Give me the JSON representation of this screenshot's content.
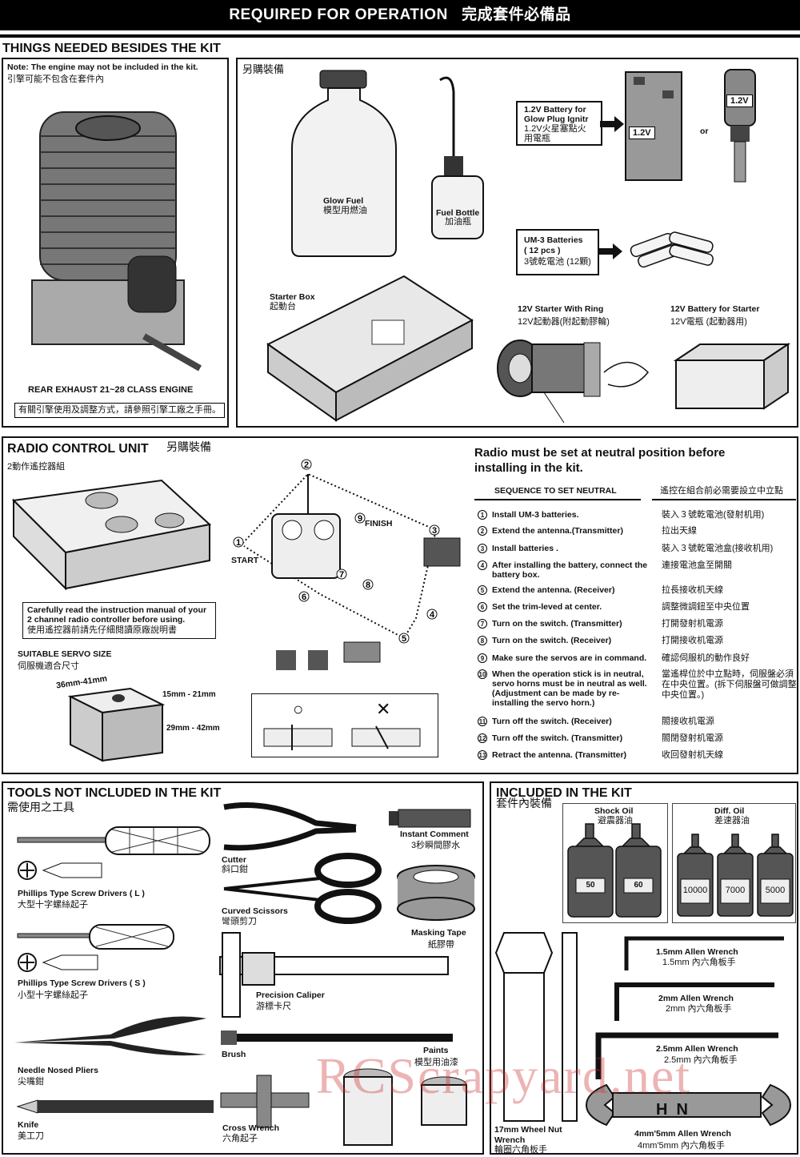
{
  "banner": {
    "title": "REQUIRED FOR OPERATION",
    "title_cn": "完成套件必備品"
  },
  "things": {
    "heading": "THINGS NEEDED BESIDES THE KIT",
    "note": "Note: The engine may not be included in the kit.",
    "note_cn": "引擎可能不包含在套件內",
    "engine_label": "REAR EXHAUST 21~28 CLASS ENGINE",
    "engine_note_cn": "有關引擎使用及調整方式，請參照引擎工廠之手冊。",
    "panel_cn": "另購裝備",
    "glow_fuel": "Glow Fuel",
    "glow_fuel_cn": "模型用燃油",
    "fuel_bottle": "Fuel Bottle",
    "fuel_bottle_cn": "加油瓶",
    "starter_box": "Starter Box",
    "starter_box_cn": "起動台",
    "battery_glow_1": "1.2V Battery for",
    "battery_glow_2": "Glow Plug Ignitr",
    "battery_glow_cn1": "1.2V火星塞點火",
    "battery_glow_cn2": "用電瓶",
    "v12_a": "1.2V",
    "v12_b": "1.2V",
    "or": "or",
    "um3_1": "UM-3 Batteries",
    "um3_2": "( 12 pcs )",
    "um3_cn": "3號乾電池 (12顆)",
    "starter_ring": "12V Starter With Ring",
    "starter_ring_cn": "12V起動器(附起動膠輪)",
    "battery_starter": "12V Battery for Starter",
    "battery_starter_cn": "12V電瓶 (起動器用)"
  },
  "radio": {
    "heading": "RADIO CONTROL UNIT",
    "heading_cn": "另購裝備",
    "sub_cn": "2動作遙控器組",
    "warn_1": "Carefully read the instruction manual of your",
    "warn_2": "2 channel radio controller before using.",
    "warn_cn": "使用遙控器前請先仔細閱讀原廠說明書",
    "servo_size": "SUITABLE SERVO SIZE",
    "servo_size_cn": "伺服機適合尺寸",
    "dim_a": "36mm-41mm",
    "dim_b": "15mm - 21mm",
    "dim_c": "29mm - 42mm",
    "start": "START",
    "finish": "FINISH",
    "ok_symbol": "○",
    "ng_symbol": "✕",
    "neutral_title_1": "Radio must be set at neutral position before",
    "neutral_title_2": "installing in the kit.",
    "seq_heading": "SEQUENCE TO SET NEUTRAL",
    "seq_heading_cn": "遙控在組合前必需要設立中立點",
    "steps": [
      {
        "n": "1",
        "en": "Install UM-3 batteries.",
        "cn": "裝入３號乾電池(發射机用)"
      },
      {
        "n": "2",
        "en": "Extend the antenna.(Transmitter)",
        "cn": "拉出天線"
      },
      {
        "n": "3",
        "en": "Install batteries .",
        "cn": "裝入３號乾電池盒(接收机用)"
      },
      {
        "n": "4",
        "en": "After installing the battery, connect the battery box.",
        "cn": "連接電池盒至開關"
      },
      {
        "n": "5",
        "en": "Extend the antenna. (Receiver)",
        "cn": "拉長接收机天線"
      },
      {
        "n": "6",
        "en": "Set the trim-leved at center.",
        "cn": "調整微調鈕至中央位置"
      },
      {
        "n": "7",
        "en": "Turn on the switch. (Transmitter)",
        "cn": "打開發射机電源"
      },
      {
        "n": "8",
        "en": "Turn on the switch. (Receiver)",
        "cn": "打開接收机電源"
      },
      {
        "n": "9",
        "en": "Make sure the servos are in command.",
        "cn": "確認伺服机的動作良好"
      },
      {
        "n": "10",
        "en": "When the operation stick is in neutral, servo horns must be in neutral as well. (Adjustment can be made by re-installing the servo horn.)",
        "cn": "當遙桿位於中立點時，伺服盤必須在中央位置。(拆下伺服盤可做調整中央位置。)"
      },
      {
        "n": "11",
        "en": "Turn off the switch. (Receiver)",
        "cn": "閤接收机電源"
      },
      {
        "n": "12",
        "en": "Turn off the switch. (Transmitter)",
        "cn": "閤閉發射机電源"
      },
      {
        "n": "13",
        "en": "Retract the antenna. (Transmitter)",
        "cn": "收回發射机天線"
      }
    ]
  },
  "tools": {
    "heading": "TOOLS NOT INCLUDED IN THE KIT",
    "heading_cn": "需使用之工具",
    "phillips_l": "Phillips Type Screw Drivers ( L )",
    "phillips_l_cn": "大型十字螺絲起子",
    "phillips_s": "Phillips Type Screw Drivers  ( S )",
    "phillips_s_cn": "小型十字螺絲起子",
    "pliers": "Needle Nosed Pliers",
    "pliers_cn": "尖嘴鉗",
    "knife": "Knife",
    "knife_cn": "美工刀",
    "cutter": "Cutter",
    "cutter_cn": "斜口鉗",
    "scissors": "Curved Scissors",
    "scissors_cn": "彎頭剪刀",
    "caliper": "Precision Caliper",
    "caliper_cn": "游標卡尺",
    "brush": "Brush",
    "cross_wrench": "Cross Wrench",
    "cross_wrench_cn": "六角起子",
    "cement": "Instant Comment",
    "cement_cn": "3秒瞬間膠水",
    "tape": "Masking Tape",
    "tape_cn": "紙膠帶",
    "paints": "Paints",
    "paints_cn": "模型用油漆"
  },
  "included": {
    "heading": "INCLUDED IN THE KIT",
    "heading_cn": "套件內裝備",
    "shock_oil": "Shock Oil",
    "shock_oil_cn": "避震器油",
    "diff_oil": "Diff. Oil",
    "diff_oil_cn": "差速器油",
    "shock_vals": [
      "50",
      "60"
    ],
    "diff_vals": [
      "10000",
      "7000",
      "5000"
    ],
    "allen_15": "1.5mm Allen Wrench",
    "allen_15_cn": "1.5mm 內六角板手",
    "allen_2": "2mm Allen Wrench",
    "allen_2_cn": "2mm 內六角板手",
    "allen_25": "2.5mm Allen Wrench",
    "allen_25_cn": "2.5mm 內六角板手",
    "wheel_nut_1": "17mm Wheel Nut",
    "wheel_nut_2": "Wrench",
    "wheel_nut_cn": "輪圈六角板手",
    "allen_45": "4mm'5mm  Allen Wrench",
    "allen_45_cn": "4mm'5mm 內六角板手",
    "wrench_letters": "H  N"
  },
  "watermark": "RCScrapyard.net"
}
